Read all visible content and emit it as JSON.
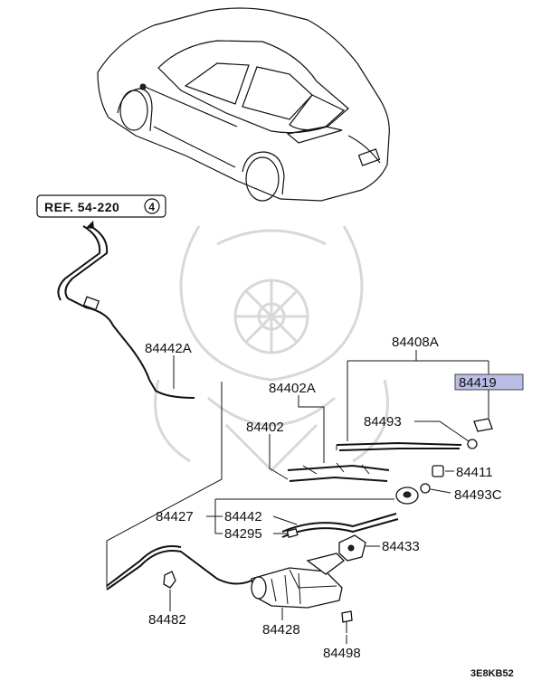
{
  "diagram": {
    "reference": {
      "text": "REF. 54-220",
      "circle_number": "4"
    },
    "footer_code": "3E8KB52",
    "highlight_color": "#b9bde6",
    "part_labels": {
      "p84442A": "84442A",
      "p84408A": "84408A",
      "p84419": "84419",
      "p84402A": "84402A",
      "p84493": "84493",
      "p84402": "84402",
      "p84411": "84411",
      "p84493C": "84493C",
      "p84427": "84427",
      "p84442": "84442",
      "p84295": "84295",
      "p84433": "84433",
      "p84482": "84482",
      "p84428": "84428",
      "p84498": "84498"
    },
    "highlighted_part": "84419"
  }
}
